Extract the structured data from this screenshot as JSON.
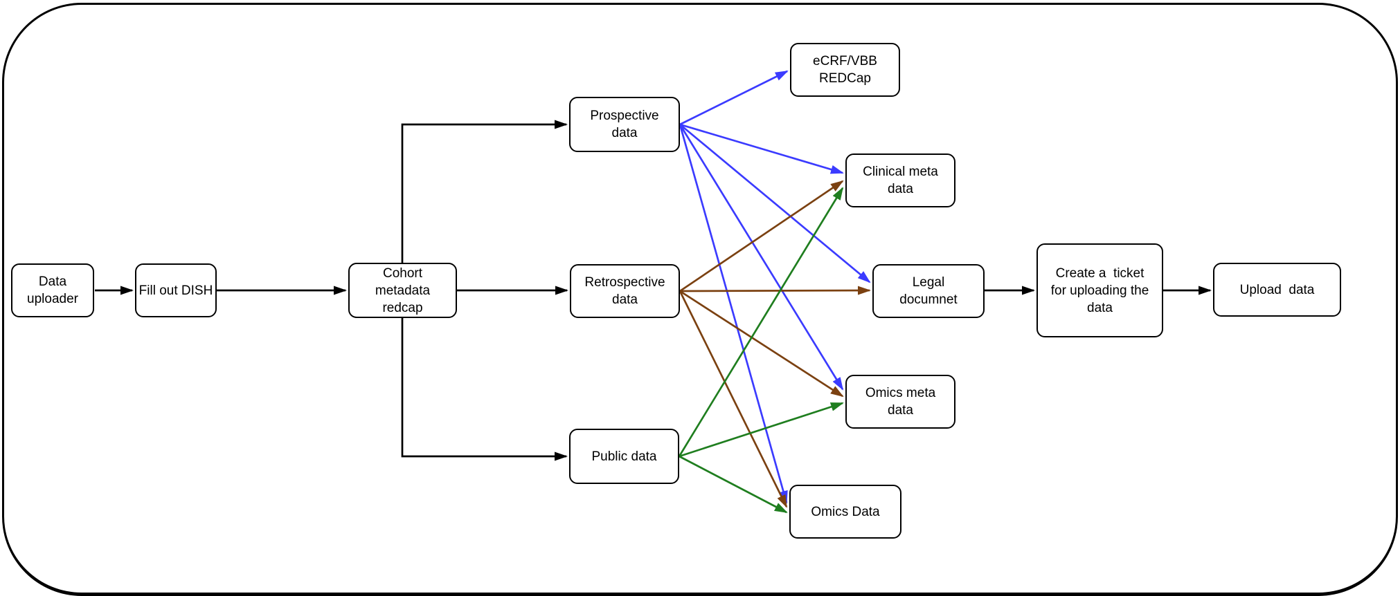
{
  "diagram": {
    "nodes": [
      {
        "id": "data-uploader",
        "label": "Data uploader"
      },
      {
        "id": "fill-out-dish",
        "label": "Fill out DISH"
      },
      {
        "id": "cohort-metadata-redcap",
        "label": "Cohort\nmetadata\nredcap"
      },
      {
        "id": "prospective-data",
        "label": "Prospective\ndata"
      },
      {
        "id": "retrospective-data",
        "label": "Retrospective\ndata"
      },
      {
        "id": "public-data",
        "label": "Public data"
      },
      {
        "id": "ecrf-vbb-redcap",
        "label": "eCRF/VBB\nREDCap"
      },
      {
        "id": "clinical-meta-data",
        "label": "Clinical meta\ndata"
      },
      {
        "id": "legal-documnet",
        "label": "Legal\ndocumnet"
      },
      {
        "id": "omics-meta-data",
        "label": "Omics meta\ndata"
      },
      {
        "id": "omics-data",
        "label": "Omics Data"
      },
      {
        "id": "create-ticket",
        "label": "Create a  ticket\nfor uploading the\ndata"
      },
      {
        "id": "upload-data",
        "label": "Upload  data"
      }
    ],
    "edges": [
      {
        "from": "data-uploader",
        "to": "fill-out-dish",
        "color": "black"
      },
      {
        "from": "fill-out-dish",
        "to": "cohort-metadata-redcap",
        "color": "black"
      },
      {
        "from": "cohort-metadata-redcap",
        "to": "prospective-data",
        "color": "black"
      },
      {
        "from": "cohort-metadata-redcap",
        "to": "retrospective-data",
        "color": "black"
      },
      {
        "from": "cohort-metadata-redcap",
        "to": "public-data",
        "color": "black"
      },
      {
        "from": "prospective-data",
        "to": "ecrf-vbb-redcap",
        "color": "blue"
      },
      {
        "from": "prospective-data",
        "to": "clinical-meta-data",
        "color": "blue"
      },
      {
        "from": "prospective-data",
        "to": "legal-documnet",
        "color": "blue"
      },
      {
        "from": "prospective-data",
        "to": "omics-meta-data",
        "color": "blue"
      },
      {
        "from": "prospective-data",
        "to": "omics-data",
        "color": "blue"
      },
      {
        "from": "retrospective-data",
        "to": "clinical-meta-data",
        "color": "brown"
      },
      {
        "from": "retrospective-data",
        "to": "legal-documnet",
        "color": "brown"
      },
      {
        "from": "retrospective-data",
        "to": "omics-meta-data",
        "color": "brown"
      },
      {
        "from": "retrospective-data",
        "to": "omics-data",
        "color": "brown"
      },
      {
        "from": "public-data",
        "to": "clinical-meta-data",
        "color": "green"
      },
      {
        "from": "public-data",
        "to": "omics-meta-data",
        "color": "green"
      },
      {
        "from": "public-data",
        "to": "omics-data",
        "color": "green"
      },
      {
        "from": "legal-documnet",
        "to": "create-ticket",
        "color": "black"
      },
      {
        "from": "create-ticket",
        "to": "upload-data",
        "color": "black"
      }
    ],
    "colors": {
      "black": "#000000",
      "blue": "#3B3BFF",
      "brown": "#7B4111",
      "green": "#1F7E1F"
    }
  }
}
